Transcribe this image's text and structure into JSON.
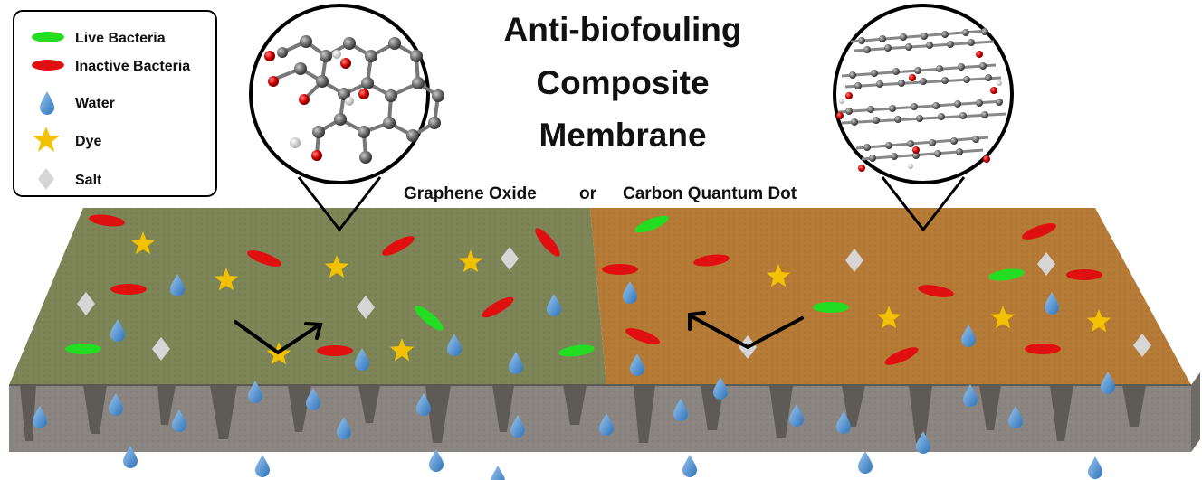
{
  "title": {
    "line1": "Anti-biofouling",
    "line2": "Composite",
    "line3": "Membrane"
  },
  "material_labels": {
    "left": "Graphene Oxide",
    "joiner": "or",
    "right": "Carbon Quantum Dot"
  },
  "legend": {
    "items": [
      {
        "label": "Live Bacteria",
        "icon": "green-ellipse-icon"
      },
      {
        "label": "Inactive Bacteria",
        "icon": "red-ellipse-icon"
      },
      {
        "label": "Water",
        "icon": "water-drop-icon"
      },
      {
        "label": "Dye",
        "icon": "star-icon"
      },
      {
        "label": "Salt",
        "icon": "diamond-icon"
      }
    ]
  },
  "colors": {
    "live_bacteria": "#22dd22",
    "inactive_bacteria": "#e01010",
    "water": "#4a90d0",
    "dye": "#f2c200",
    "salt": "#d6d6d6",
    "graphene_oxide_surface": "#7d8456",
    "carbon_quantum_dot_surface": "#b57a35",
    "support_layer": "#8a8580"
  }
}
